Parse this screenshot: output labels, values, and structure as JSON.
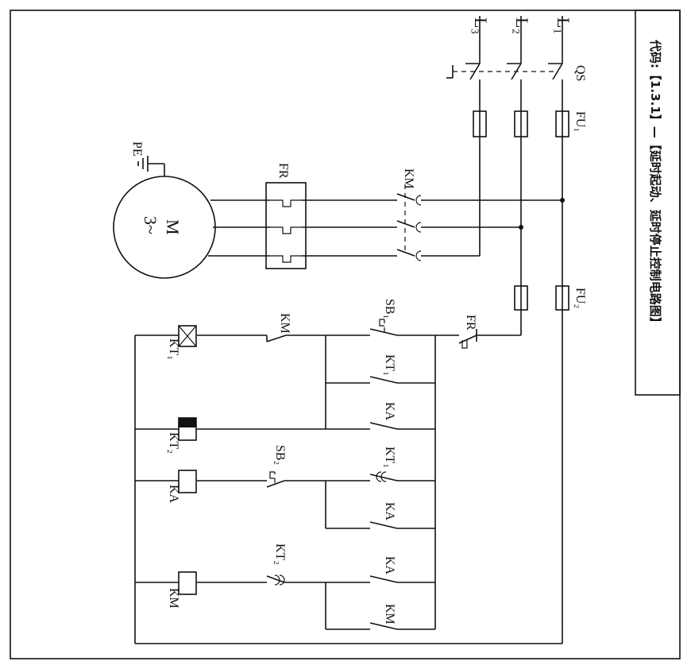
{
  "title": "代码:【1.3.1】—【延时起动、延时停止控制电路图】",
  "labels": {
    "l1": "L₁",
    "l2": "L₂",
    "l3": "L₃",
    "qs": "QS",
    "fu1": "FU₁",
    "fu2": "FU₂",
    "km_main": "KM",
    "fr_heater": "FR",
    "fr_contact": "FR",
    "motor_m": "M",
    "motor_phase": "3~",
    "pe": "PE",
    "sb1": "SB₁",
    "sb2": "SB₂",
    "kt1_contact": "KT₁",
    "ka_contact_1": "KA",
    "kt1_delay": "KT₁",
    "ka_contact_2": "KA",
    "ka_contact_3": "KA",
    "km_contact": "KM",
    "km_nc": "KM",
    "kt2_contact": "KT₂",
    "kt1_coil": "KT₁",
    "kt2_coil": "KT₂",
    "ka_coil": "KA",
    "km_coil": "KM"
  }
}
